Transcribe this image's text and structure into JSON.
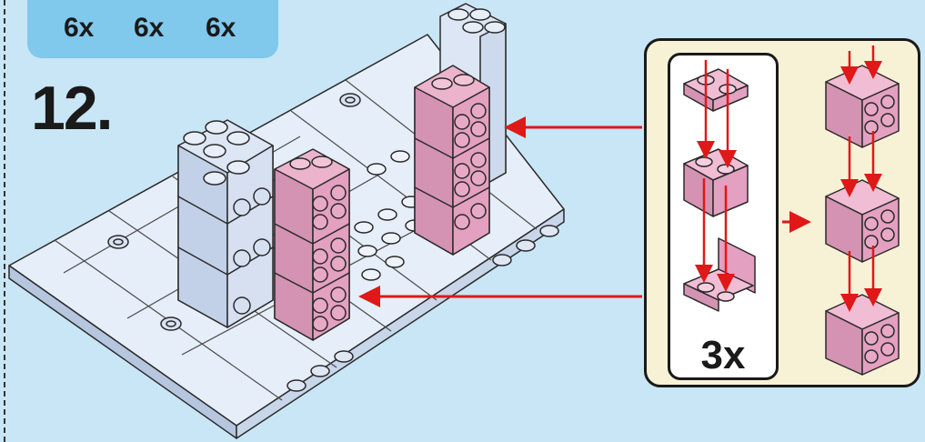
{
  "parts_counts": [
    "6x",
    "6x",
    "6x"
  ],
  "step_number": "12.",
  "subassembly_count": "3x",
  "colors": {
    "background": "#c9e6f6",
    "parts_tab": "#80c8ec",
    "callout": "#f7f1d6",
    "brick_pink": "#e4a0c0",
    "brick_blue": "#d8e2f2",
    "arrow_red": "#e01818"
  }
}
